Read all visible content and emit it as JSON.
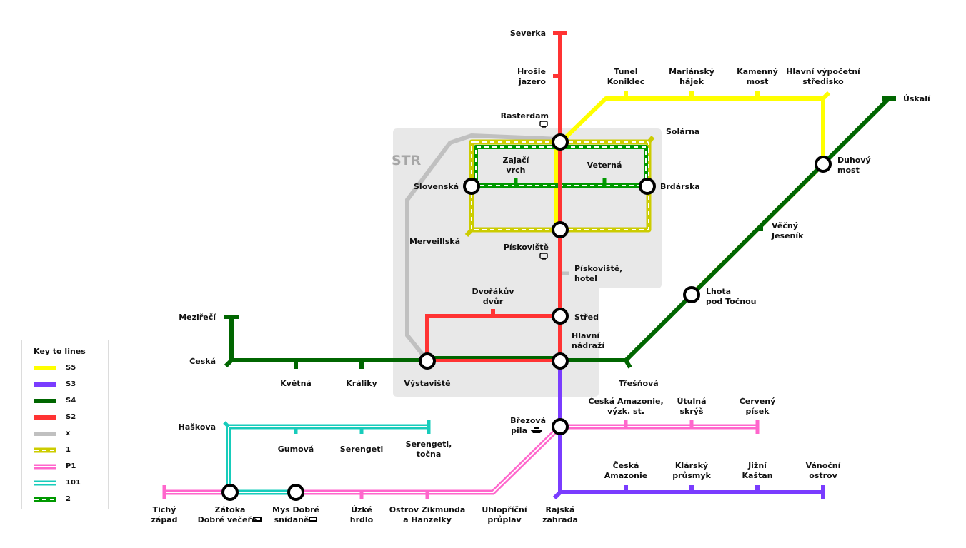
{
  "zone": {
    "label": "STR"
  },
  "colors": {
    "S5": "#ffff00",
    "S3": "#7a3cff",
    "S4": "#006600",
    "S2": "#ff3333",
    "x": "#c0c0c0",
    "line1": "#cccc00",
    "P1": "#ff66cc",
    "line101": "#17ccbb",
    "line2": "#009900",
    "zone": "#e8e8e8"
  },
  "stations": {
    "severka": "Severka",
    "hrosie_jazero": [
      "Hrošie",
      "jazero"
    ],
    "rasterdam": "Rasterdam",
    "tunel_koniklec": [
      "Tunel",
      "Koniklec"
    ],
    "mariansky_hajek": [
      "Mariánský",
      "hájek"
    ],
    "kamenny_most": [
      "Kamenný",
      "most"
    ],
    "hlavni_vypocetni": [
      "Hlavní výpočetní",
      "středisko"
    ],
    "uskali": "Úskalí",
    "solarna": "Solárna",
    "zajaci_vrch": [
      "Zajačí",
      "vrch"
    ],
    "veterna": "Veterná",
    "slovenska": "Slovenská",
    "brdarska": "Brdárska",
    "duhovy_most": [
      "Duhový",
      "most"
    ],
    "merveillska": "Merveillská",
    "piskoviste": "Pískoviště",
    "vecny_jesenik": [
      "Věčný",
      "Jeseník"
    ],
    "piskoviste_hotel": [
      "Pískoviště,",
      "hotel"
    ],
    "lhota": [
      "Lhota",
      "pod Točnou"
    ],
    "dvorakuv_dvur": [
      "Dvořákův",
      "dvůr"
    ],
    "stred": "Střed",
    "hlavni_nadrazi": [
      "Hlavní",
      "nádraží"
    ],
    "merizeci": "Meziřečí",
    "ceska": "Česká",
    "kvetna": "Květná",
    "kraliky": "Králiky",
    "vystaviste": "Výstaviště",
    "tresnova": "Třešňová",
    "ceska_amazonie_vyzk": [
      "Česká Amazonie,",
      "výzk. st."
    ],
    "utulna_skrys": [
      "Útulná",
      "skrýš"
    ],
    "cerveny_pisek": [
      "Červený",
      "písek"
    ],
    "haskova": "Haškova",
    "gumova": "Gumová",
    "serengeti": "Serengeti",
    "serengeti_tocna": [
      "Serengeti,",
      "točna"
    ],
    "brezova_pila": [
      "Březová",
      "pila"
    ],
    "ceska_amazonie": [
      "Česká",
      "Amazonie"
    ],
    "klarsky_prusmyk": [
      "Klárský",
      "průsmyk"
    ],
    "jizni_kastan": [
      "Jižní",
      "Kaštan"
    ],
    "vanocni_ostrov": [
      "Vánoční",
      "ostrov"
    ],
    "tichy_zapad": [
      "Tichý",
      "západ"
    ],
    "zatoka": [
      "Zátoka",
      "Dobré večeře"
    ],
    "mys": [
      "Mys Dobré",
      "snídaně"
    ],
    "uzke_hrdlo": [
      "Úzké",
      "hrdlo"
    ],
    "ostrov_zikmunda": [
      "Ostrov Zikmunda",
      "a Hanzelky"
    ],
    "uhloprićni": [
      "Uhlopříční",
      "průplav"
    ],
    "rajska_zahrada": [
      "Rajská",
      "zahrada"
    ]
  },
  "legend": {
    "title": "Key to lines",
    "items": [
      {
        "label": "S5",
        "style": "solid",
        "color": "#ffff00"
      },
      {
        "label": "S3",
        "style": "solid",
        "color": "#7a3cff"
      },
      {
        "label": "S4",
        "style": "solid",
        "color": "#006600"
      },
      {
        "label": "S2",
        "style": "solid",
        "color": "#ff3333"
      },
      {
        "label": "x",
        "style": "solid",
        "color": "#c0c0c0"
      },
      {
        "label": "1",
        "style": "dashed",
        "color": "#cccc00"
      },
      {
        "label": "P1",
        "style": "double",
        "color": "#ff66cc"
      },
      {
        "label": "101",
        "style": "double",
        "color": "#17ccbb"
      },
      {
        "label": "2",
        "style": "dashed",
        "color": "#009900"
      }
    ]
  }
}
